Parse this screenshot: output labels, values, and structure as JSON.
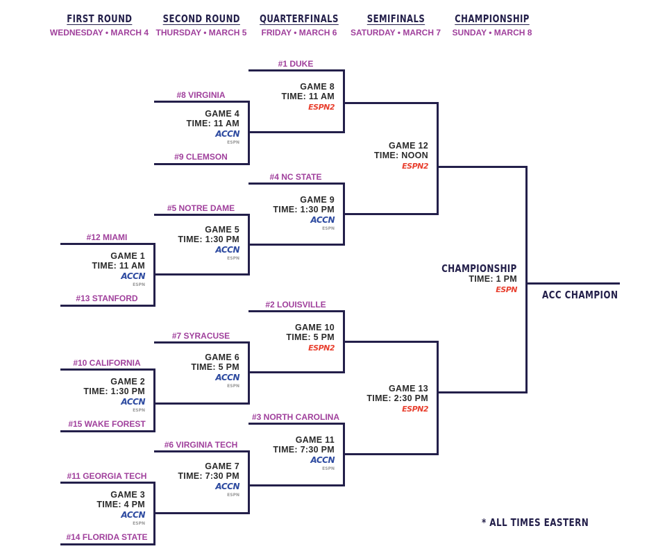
{
  "rounds": [
    {
      "title": "FIRST ROUND",
      "date": "WEDNESDAY • MARCH 4"
    },
    {
      "title": "SECOND ROUND",
      "date": "THURSDAY • MARCH 5"
    },
    {
      "title": "QUARTERFINALS",
      "date": "FRIDAY • MARCH 6"
    },
    {
      "title": "SEMIFINALS",
      "date": "SATURDAY • MARCH 7"
    },
    {
      "title": "CHAMPIONSHIP",
      "date": "SUNDAY • MARCH 8"
    }
  ],
  "games": {
    "g1": {
      "top": "#12 MIAMI",
      "bottom": "#13 STANFORD",
      "game": "GAME 1",
      "time": "TIME: 11 AM",
      "network": "ACCN",
      "network_sub": "ESPN"
    },
    "g2": {
      "top": "#10 CALIFORNIA",
      "bottom": "#15 WAKE FOREST",
      "game": "GAME 2",
      "time": "TIME: 1:30 PM",
      "network": "ACCN",
      "network_sub": "ESPN"
    },
    "g3": {
      "top": "#11 GEORGIA TECH",
      "bottom": "#14 FLORIDA STATE",
      "game": "GAME 3",
      "time": "TIME: 4 PM",
      "network": "ACCN",
      "network_sub": "ESPN"
    },
    "g4": {
      "top": "#8 VIRGINIA",
      "bottom": "#9 CLEMSON",
      "game": "GAME 4",
      "time": "TIME: 11 AM",
      "network": "ACCN",
      "network_sub": "ESPN"
    },
    "g5": {
      "top": "#5 NOTRE DAME",
      "game": "GAME 5",
      "time": "TIME: 1:30 PM",
      "network": "ACCN",
      "network_sub": "ESPN"
    },
    "g6": {
      "top": "#7 SYRACUSE",
      "game": "GAME 6",
      "time": "TIME: 5 PM",
      "network": "ACCN",
      "network_sub": "ESPN"
    },
    "g7": {
      "top": "#6 VIRGINIA TECH",
      "game": "GAME 7",
      "time": "TIME: 7:30 PM",
      "network": "ACCN",
      "network_sub": "ESPN"
    },
    "g8": {
      "top": "#1 DUKE",
      "game": "GAME 8",
      "time": "TIME: 11 AM",
      "network": "ESPN2"
    },
    "g9": {
      "top": "#4 NC STATE",
      "game": "GAME 9",
      "time": "TIME: 1:30 PM",
      "network": "ACCN",
      "network_sub": "ESPN"
    },
    "g10": {
      "top": "#2 LOUISVILLE",
      "game": "GAME 10",
      "time": "TIME: 5 PM",
      "network": "ESPN2"
    },
    "g11": {
      "top": "#3 NORTH CAROLINA",
      "game": "GAME 11",
      "time": "TIME: 7:30 PM",
      "network": "ACCN",
      "network_sub": "ESPN"
    },
    "g12": {
      "game": "GAME 12",
      "time": "TIME: NOON",
      "network": "ESPN2"
    },
    "g13": {
      "game": "GAME 13",
      "time": "TIME: 2:30 PM",
      "network": "ESPN2"
    },
    "champ": {
      "game": "CHAMPIONSHIP",
      "time": "TIME: 1 PM",
      "network": "ESPN"
    }
  },
  "champion_label": "ACC CHAMPION",
  "footnote": "* ALL TIMES EASTERN",
  "colors": {
    "navy": "#231f4a",
    "purple": "#a0409c",
    "espn_red": "#e8402f",
    "accn_blue": "#2d4aa0"
  }
}
